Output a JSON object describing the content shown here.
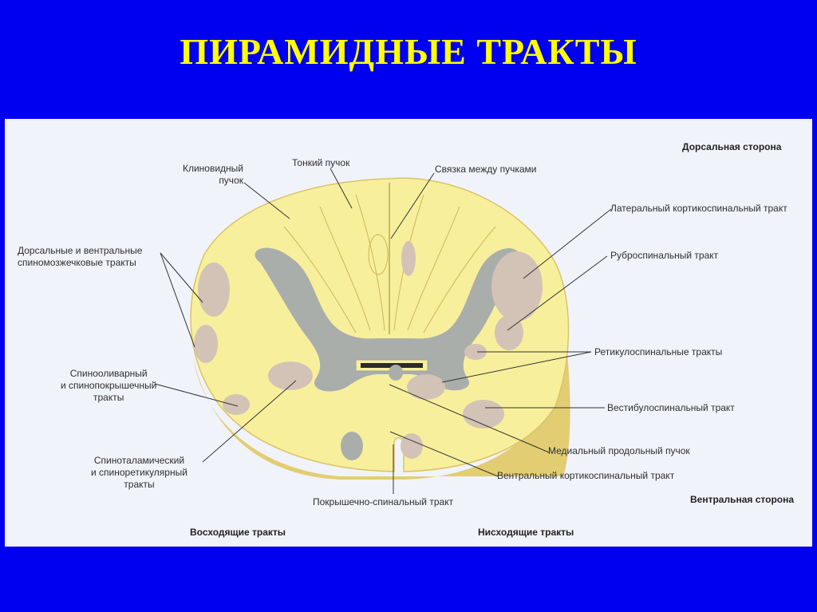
{
  "title": "ПИРАМИДНЫЕ ТРАКТЫ",
  "diagram": {
    "side_dorsal": "Дорсальная сторона",
    "side_ventral": "Вентральная сторона",
    "section_ascending": "Восходящие тракты",
    "section_descending": "Нисходящие тракты",
    "labels": {
      "fasciculus_cuneatus": "Клиновидный\nпучок",
      "fasciculus_gracilis": "Тонкий пучок",
      "interfascicular": "Связка между пучками",
      "spinocerebellar": "Дорсальные и вентральные\nспиномозжечковые тракты",
      "spinoolivary": "Спинооливарный\nи спинопокрышечный\nтракты",
      "spinothalamic": "Спиноталамический\nи спиноретикулярный\nтракты",
      "tectospinal": "Покрышечно-спинальный тракт",
      "lateral_corticospinal": "Латеральный кортикоспинальный тракт",
      "rubrospinal": "Руброспинальный тракт",
      "reticulospinal": "Ретикулоспинальные тракты",
      "vestibulospinal": "Вестибулоспинальный тракт",
      "medial_longitudinal": "Медиальный продольный пучок",
      "ventral_corticospinal": "Вентральный кортикоспинальный тракт"
    }
  },
  "colors": {
    "background": "#0000f0",
    "title": "#ffff00",
    "white_matter": "#f8ef9c",
    "white_matter_edge": "#e0cf6e",
    "gray_matter": "#a9aeab",
    "tract_highlight": "#d3c3b6"
  }
}
